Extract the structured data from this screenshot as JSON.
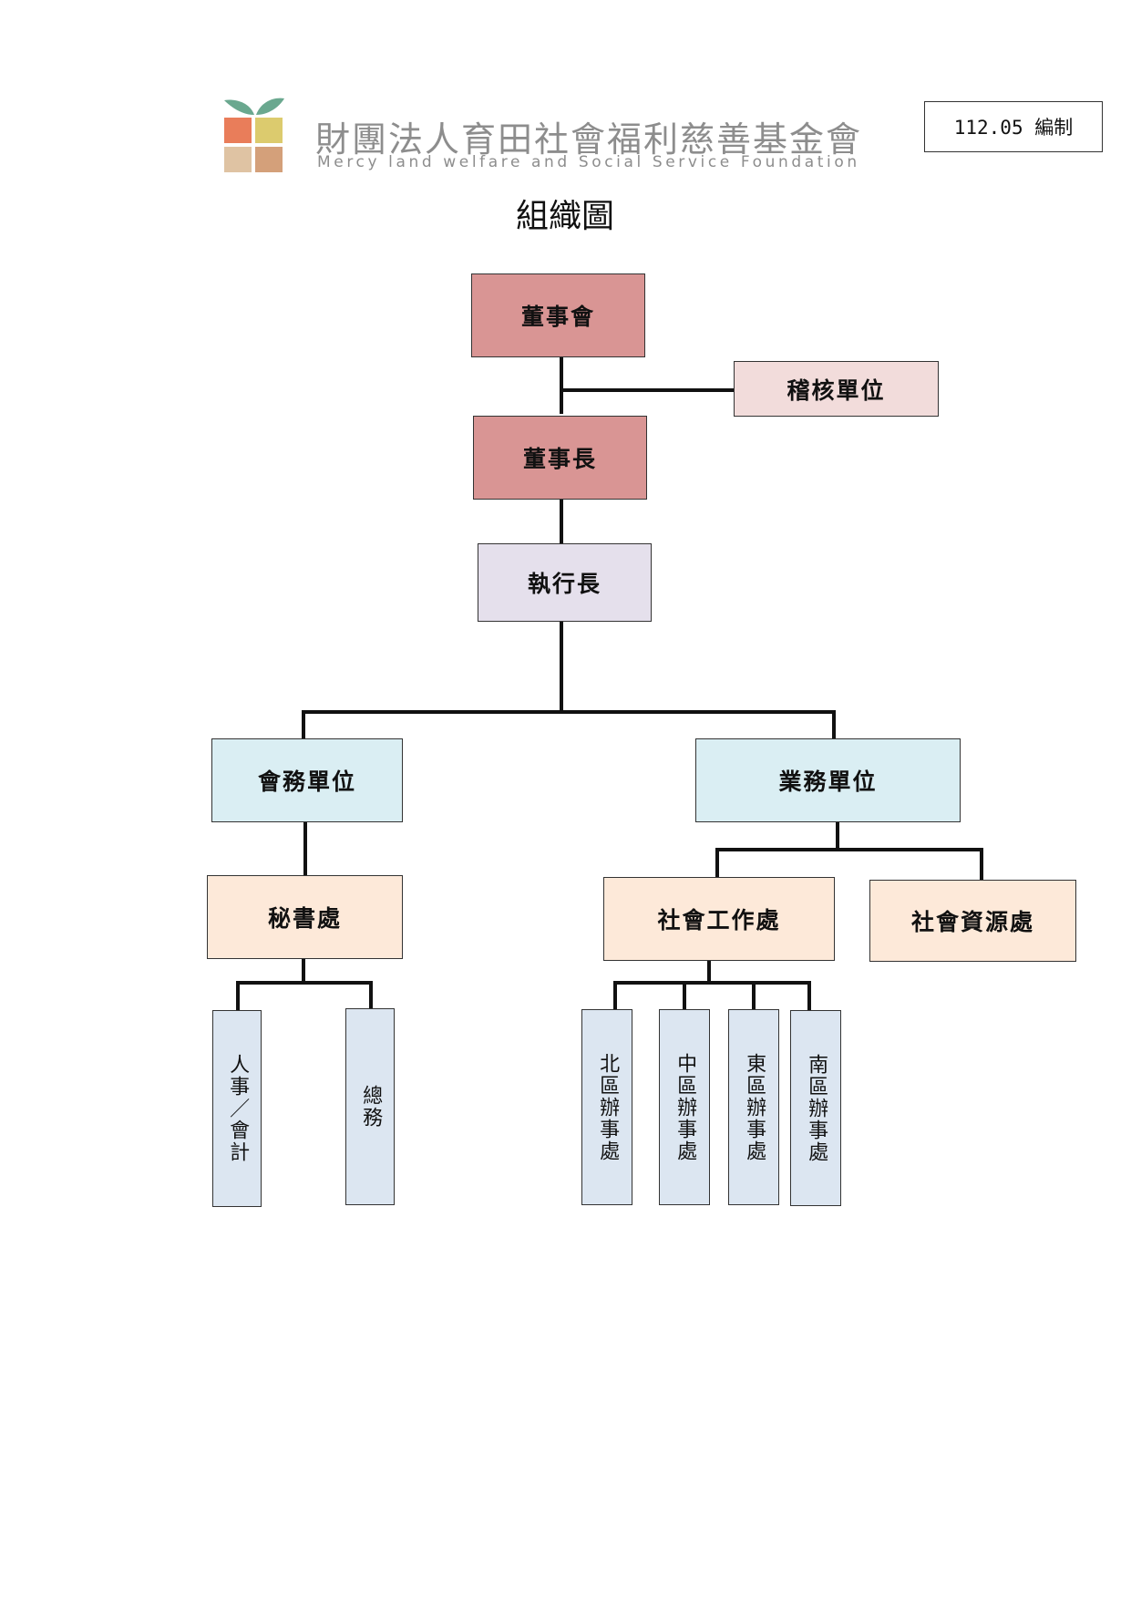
{
  "header": {
    "org_name": "財團法人育田社會福利慈善基金會",
    "org_name_en": "Mercy land welfare and Social Service Foundation",
    "edition": "112.05 編制"
  },
  "title": "組織圖",
  "colors": {
    "board": "#d99594",
    "audit": "#f2dcdb",
    "ceo": "#e5e0ec",
    "unit": "#daeef3",
    "division": "#fde9d9",
    "section": "#dce6f1",
    "logo_leaf": "#6aa88f",
    "logo_orange": "#e97d5a",
    "logo_yellow": "#dccb6e",
    "logo_beige": "#dfc3a3",
    "logo_tan": "#d4a07a"
  },
  "nodes": {
    "board": "董事會",
    "audit": "稽核單位",
    "chairman": "董事長",
    "ceo": "執行長",
    "admin_unit": "會務單位",
    "business_unit": "業務單位",
    "secretariat": "秘書處",
    "social_work": "社會工作處",
    "social_resources": "社會資源處",
    "hr_accounting": "人事／會計",
    "general_affairs": "總務",
    "north_office": "北區辦事處",
    "central_office": "中區辦事處",
    "east_office": "東區辦事處",
    "south_office": "南區辦事處"
  }
}
